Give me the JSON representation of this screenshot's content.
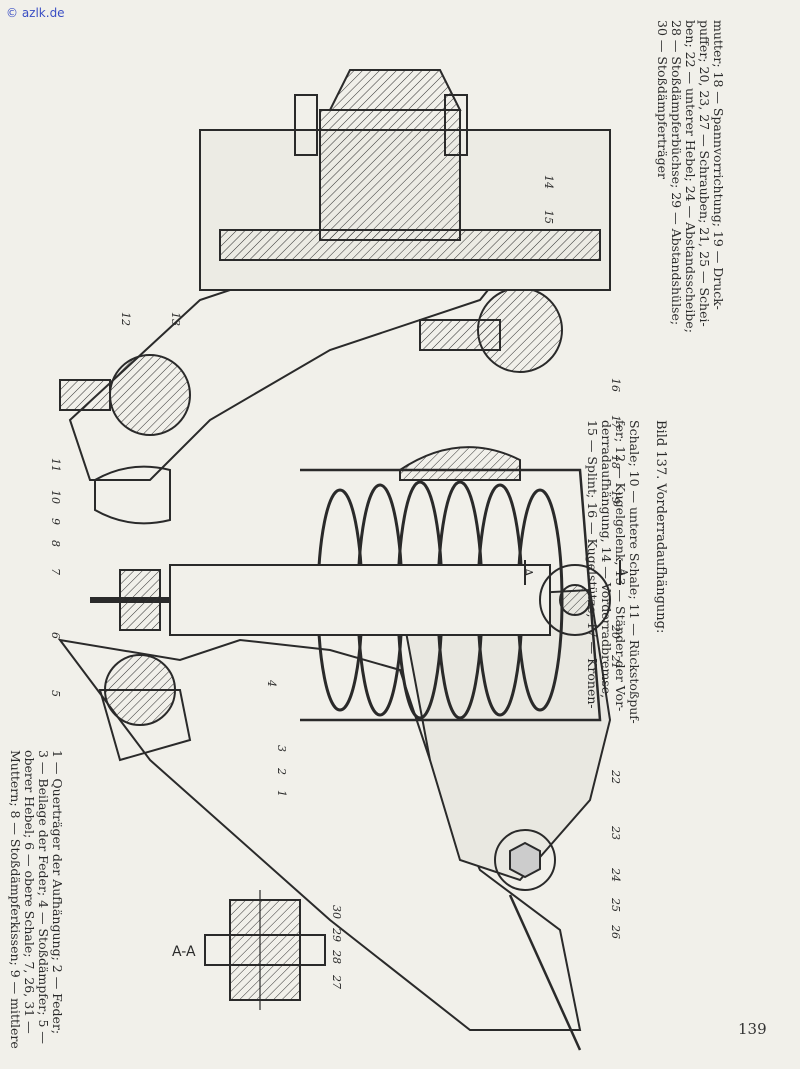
{
  "watermark": "© azlk.de",
  "page_number": "139",
  "section_label": "A-A",
  "cut_marker": "A",
  "caption": {
    "title": "Bild 137. Vorderradaufhängung:",
    "left_lines": [
      "1 — Querträger der Aufhängung; 2 — Feder;",
      "3 — Beilage der Feder; 4 — Stoßdämpfer; 5 —",
      "oberer Hebel; 6 — obere Schale; 7, 26, 31 —",
      "Muttern; 8 — Stoßdämpferkissen; 9 — mittlere"
    ],
    "mid_lines": [
      "Schale; 10 — untere Schale; 11 — Rückstoßpuf-",
      "fer; 12 — Kugelgelenk; 13 — Ständer der Vor-",
      "derradaufhängung, 14 — Vorderradbremse;",
      "15 — Splint; 16 — Kugelstütze; 17 — Kronen-"
    ],
    "right_lines": [
      "mutter; 18 — Spannvorrichtung; 19 — Druck-",
      "puffer; 20, 23, 27 — Schrauben; 21, 25 — Schei-",
      "ben; 22 — unterer Hebel; 24 — Abstandsscheibe;",
      "28 — Stoßdämpferbüchse; 29 — Abstandshülse;",
      "30 — Stoßdämpferträger"
    ]
  },
  "callouts": [
    "1",
    "2",
    "3",
    "4",
    "5",
    "6",
    "7",
    "8",
    "9",
    "10",
    "11",
    "12",
    "13",
    "14",
    "15",
    "16",
    "17",
    "18",
    "19",
    "20",
    "21",
    "22",
    "23",
    "24",
    "25",
    "26",
    "27",
    "28",
    "29",
    "30"
  ]
}
